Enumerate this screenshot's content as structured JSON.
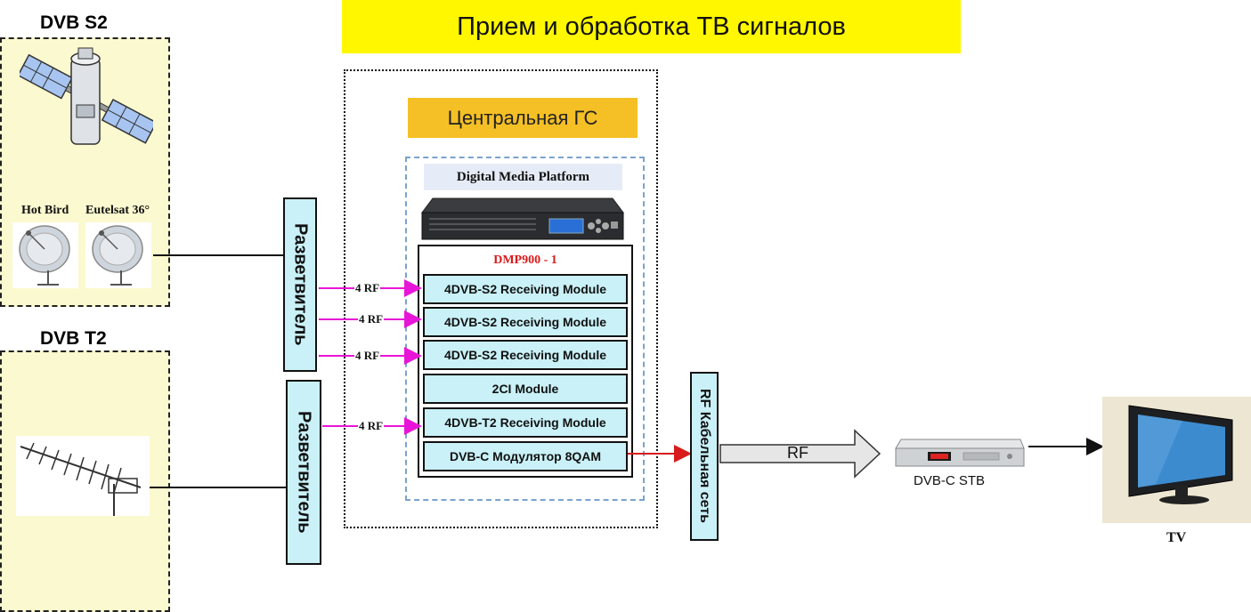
{
  "title": "Прием и обработка ТВ сигналов",
  "sections": {
    "dvbs2": "DVB S2",
    "dvbt2": "DVB T2"
  },
  "satellites": {
    "hotbird": "Hot Bird",
    "eutelsat": "Eutelsat 36°"
  },
  "splitter_label": "Разветвитель",
  "headend": {
    "title": "Центральная ГС",
    "platform": "Digital Media Platform",
    "chassis": "DMP900 - 1",
    "modules": [
      "4DVB-S2 Receiving Module",
      "4DVB-S2 Receiving Module",
      "4DVB-S2 Receiving Module",
      "2CI Module",
      "4DVB-T2 Receiving Module",
      "DVB-C Модулятор 8QAM"
    ]
  },
  "rf_inputs": [
    "4 RF",
    "4 RF",
    "4 RF",
    "4 RF"
  ],
  "cable_network": "RF Кабельная сеть",
  "rf_arrow": "RF",
  "stb": "DVB-C STB",
  "tv": "TV",
  "colors": {
    "title_bg": "#fff700",
    "central_bg": "#f5c025",
    "module_bg": "#c9f1f7",
    "panel_bg": "#fbf9cf",
    "rf_arrow": "#e815d8",
    "output_arrow": "#d81a1a"
  }
}
